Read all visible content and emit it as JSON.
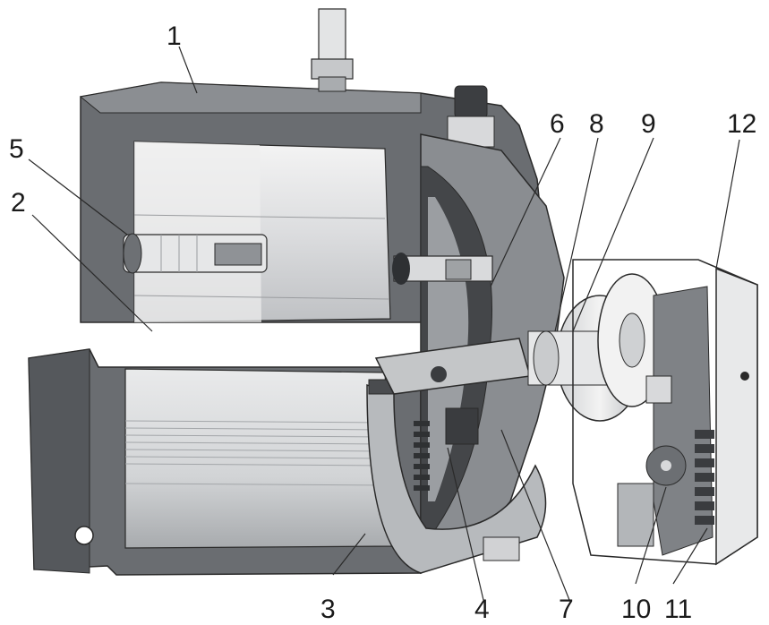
{
  "colors": {
    "housing_dark": "#5f6266",
    "housing_mid": "#7b7e82",
    "housing_light": "#a3a6aa",
    "cylinder_face": "#d9dbdd",
    "cylinder_bright": "#f2f2f2",
    "metal": "#bfc1c3",
    "line": "#2a2a2a",
    "label": "#1a1a1a"
  },
  "callouts": [
    {
      "id": "1",
      "text": "1"
    },
    {
      "id": "2",
      "text": "2"
    },
    {
      "id": "3",
      "text": "3"
    },
    {
      "id": "4",
      "text": "4"
    },
    {
      "id": "5",
      "text": "5"
    },
    {
      "id": "6",
      "text": "6"
    },
    {
      "id": "7",
      "text": "7"
    },
    {
      "id": "8",
      "text": "8"
    },
    {
      "id": "9",
      "text": "9"
    },
    {
      "id": "10",
      "text": "10"
    },
    {
      "id": "11",
      "text": "11"
    },
    {
      "id": "12",
      "text": "12"
    }
  ]
}
